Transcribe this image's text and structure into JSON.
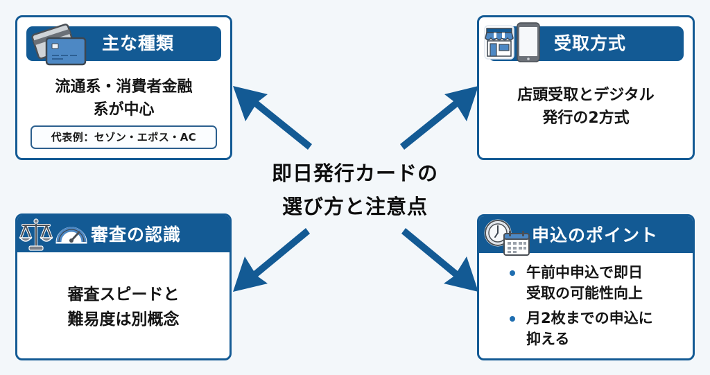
{
  "center": {
    "title_line1": "即日発行カードの",
    "title_line2": "選び方と注意点"
  },
  "colors": {
    "primary": "#135a94",
    "background": "#f3f7fa",
    "bullet": "#1f6eb0"
  },
  "boxes": {
    "types": {
      "icon": "credit-card-icon",
      "title": "主な種類",
      "line1": "流通系・消費者金融",
      "line2": "系が中心",
      "example": "代表例：セゾン・エポス・AC"
    },
    "receipt": {
      "icons": [
        "storefront-icon",
        "smartphone-icon"
      ],
      "title": "受取方式",
      "line1": "店頭受取とデジタル",
      "line2": "発行の2方式"
    },
    "screening": {
      "icons": [
        "scale-icon",
        "speedometer-icon"
      ],
      "title": "審査の認識",
      "line1": "審査スピードと",
      "line2": "難易度は別概念"
    },
    "application": {
      "icons": [
        "clock-icon",
        "calendar-icon"
      ],
      "title": "申込のポイント",
      "bullets": [
        {
          "line1": "午前中申込で即日",
          "line2": "受取の可能性向上"
        },
        {
          "line1": "月2枚までの申込に",
          "line2": "抑える"
        }
      ]
    }
  },
  "arrows": [
    {
      "from": "center",
      "to": "types",
      "direction": "up-left"
    },
    {
      "from": "center",
      "to": "receipt",
      "direction": "up-right"
    },
    {
      "from": "center",
      "to": "screening",
      "direction": "down-left"
    },
    {
      "from": "center",
      "to": "application",
      "direction": "down-right"
    }
  ]
}
